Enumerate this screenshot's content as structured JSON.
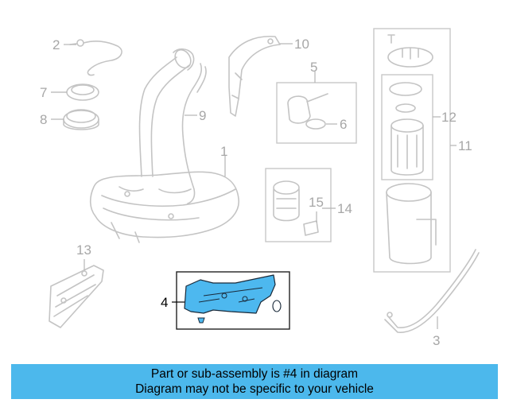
{
  "colors": {
    "highlight": "#4db8ef",
    "banner": "#4cb8ec",
    "line": "#c4c4c4",
    "callout": "#a7a7a7",
    "active_callout": "#000000"
  },
  "callouts": {
    "c1": "1",
    "c2": "2",
    "c3": "3",
    "c4": "4",
    "c5": "5",
    "c6": "6",
    "c7": "7",
    "c8": "8",
    "c9": "9",
    "c10": "10",
    "c11": "11",
    "c12": "12",
    "c13": "13",
    "c14": "14",
    "c15": "15"
  },
  "banner": {
    "line1": "Part or sub-assembly is #4 in diagram",
    "line2": "Diagram may not be specific to your vehicle"
  }
}
